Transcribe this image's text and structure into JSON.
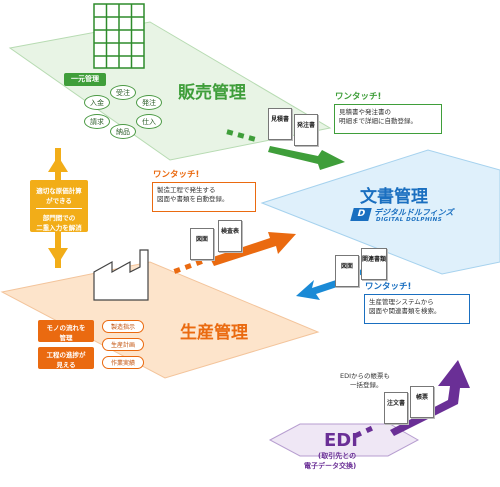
{
  "sales": {
    "title": "販売管理",
    "tag": "一元管理",
    "bubbles": [
      "受注",
      "入金",
      "発注",
      "請求",
      "仕入",
      "納品"
    ]
  },
  "sales_callout": {
    "heading": "ワンタッチ!",
    "line1": "見積書や発注書の",
    "line2": "明細まで詳細に自動登録。",
    "doc1": "見積書",
    "doc2": "発注書"
  },
  "middle_box": {
    "line1": "適切な原価計算",
    "line2": "ができる",
    "line3": "部門間での",
    "line4": "二重入力を解消"
  },
  "production_callout": {
    "heading": "ワンタッチ!",
    "line1": "製造工程で発生する",
    "line2": "図面や書類を自動登録。",
    "doc1": "図面",
    "doc2": "検査表"
  },
  "documents": {
    "title": "文書管理",
    "logo_jp": "デジタルドルフィンズ",
    "logo_en": "DIGITAL DOLPHINS"
  },
  "documents_callout": {
    "heading": "ワンタッチ!",
    "line1": "生産管理システムから",
    "line2": "図面や関連書類を検索。",
    "doc1": "図面",
    "doc2": "関連書類"
  },
  "production": {
    "title": "生産管理",
    "box1_line1": "モノの流れを",
    "box1_line2": "管理",
    "box2_line1": "工程の進捗が",
    "box2_line2": "見える",
    "pill1": "製造指示",
    "pill2": "生産計画",
    "pill3": "作業実績"
  },
  "edi": {
    "title": "EDI",
    "sub1": "(取引先との",
    "sub2": "電子データ交換)",
    "note1": "EDIからの帳票も",
    "note2": "一括登録。",
    "doc1": "注文書",
    "doc2": "帳票"
  },
  "colors": {
    "sales_green": "#3f9e3a",
    "sales_plane": "#e8f4e5",
    "doc_blue": "#1a6fc0",
    "doc_plane": "#dff0fb",
    "prod_orange": "#ea6a10",
    "prod_plane": "#fde4cb",
    "edi_purple": "#6a2f96",
    "middle_yellow": "#f2ad18"
  }
}
